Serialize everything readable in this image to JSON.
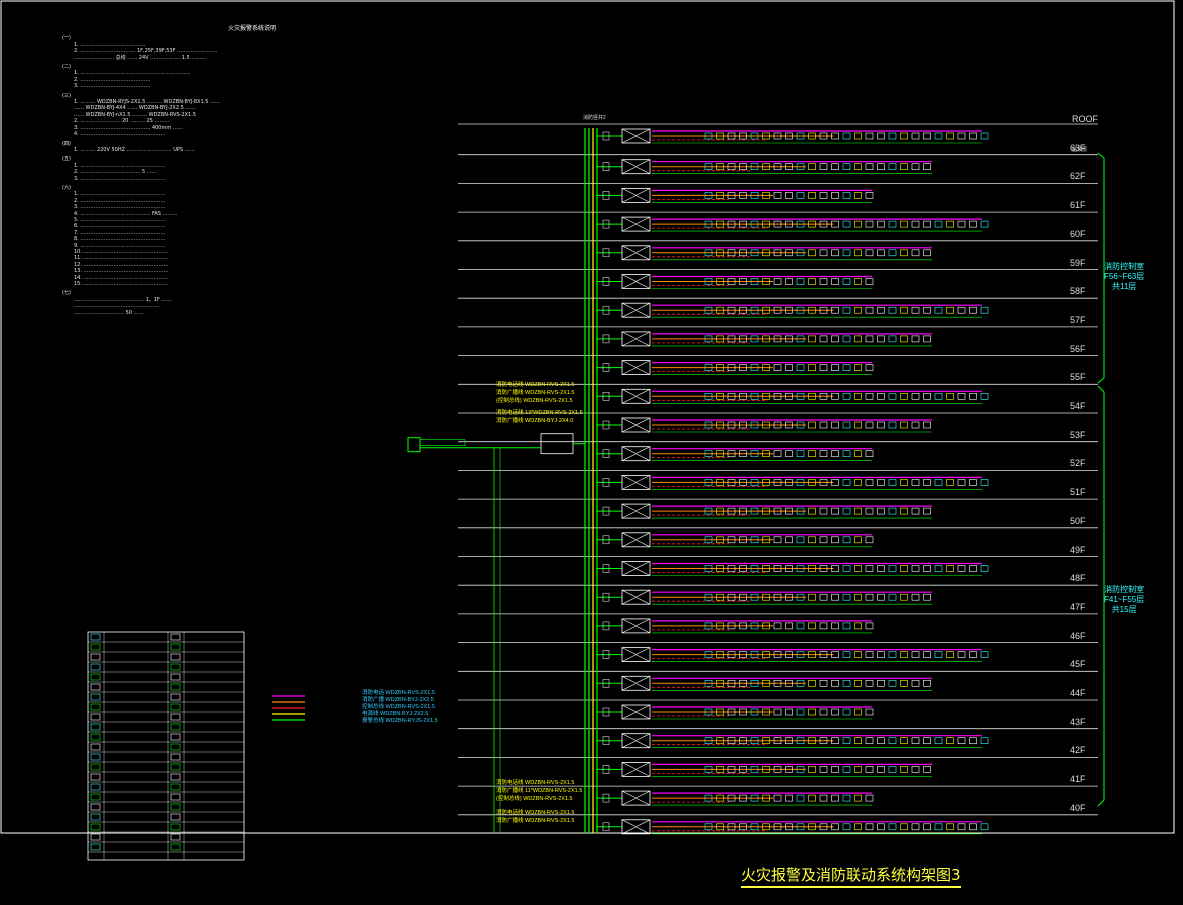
{
  "title": "火灾报警及消防联动系统构架图3",
  "roof_label": "ROOF",
  "notes_heading": "火灾报警系统说明",
  "notes": [
    {
      "sec": "(一)",
      "lines": [
        "1. …………………………………",
        "2. …………………………… 1F,25F,39F,53F ……………………",
        "…………………… 总线 …… 24V ……………… 1.5 ………"
      ]
    },
    {
      "sec": "(二)",
      "lines": [
        "1. …………………………………………………………",
        "2. ……………………………………",
        "3. ……………………………………"
      ]
    },
    {
      "sec": "(三)",
      "lines": [
        "1. ……… WDZBN-RYJS-2X1.5 ……… WDZBN-BYJ-8X1.5 ……",
        "…… WDZBN-BYJ-4X4 …… WDZBN-BYJ-2X2.5 ……",
        "…… WDZBN-BYJ-nX1.5 ……… WDZBN-RVS-2X1.5",
        "2. …………………… 20 ……… 25 ………",
        "3. …………………………………… 400mm ……",
        "4. ……………………………………………"
      ]
    },
    {
      "sec": "(四)",
      "lines": [
        "1. ……… 220V 50HZ ……………………… UPS ……"
      ]
    },
    {
      "sec": "(五)",
      "lines": [
        "1. ……………………………………………",
        "2. ……………………………… 5 ……",
        "3. ……………………………………………"
      ]
    },
    {
      "sec": "(六)",
      "lines": [
        "1. ……………………………………………",
        "2. ……………………………………………",
        "3. ……………………………………………",
        "4. …………………………………… FAS ………",
        "5. ……………………………………………",
        "6. ……………………………………………",
        "7. ……………………………………………",
        "8. ……………………………………………",
        "9. ……………………………………………",
        "10. ……………………………………………",
        "11. ……………………………………………",
        "12. ……………………………………………",
        "13. ……………………………………………",
        "14. ……………………………………………",
        "15. ……………………………………………"
      ]
    },
    {
      "sec": "(七)",
      "lines": [
        "…………………………………… 1、1F ……",
        "……………………………………………",
        "………………………… 50 ……"
      ]
    }
  ],
  "floors": [
    "63F",
    "62F",
    "61F",
    "60F",
    "59F",
    "58F",
    "57F",
    "56F",
    "55F",
    "54F",
    "53F",
    "52F",
    "51F",
    "50F",
    "49F",
    "48F",
    "47F",
    "46F",
    "45F",
    "44F",
    "43F",
    "42F",
    "41F",
    "40F"
  ],
  "top_floor_label": "屋顶层",
  "zones": [
    {
      "lines": [
        "消防控制室",
        "F56~F63层",
        "共11层"
      ],
      "color": "#33ffff"
    },
    {
      "lines": [
        "消防控制室",
        "F41~F55层",
        "共15层"
      ],
      "color": "#33ffff"
    }
  ],
  "riser_label": "消防竖井2",
  "cable_notes_left": [
    "消防电话线 WDZBN-RVS-2X1.5",
    "消防广播线 WDZBN-RVS-2X1.5",
    "(控制总线) WDZBN-RVS-2X1.5",
    "消防电话线 13*WDZBN-RVS-2X1.5",
    "消防广播线 WDZBN-BYJ-2X4.0",
    "消防电话线 WDZBN-RVS-2X1.5",
    "消防广播线 11*WDZBN-RVS-2X1.5",
    "(控制总线) WDZBN-RVS-2X1.5",
    "消防电话线 WDZBN-RVS-2X1.5",
    "消防广播线 WDZBN-RVS-2X1.5"
  ],
  "legend_cables": [
    "消防电话 WDZBN-RVS-2X1.5",
    "消防广播 WDZBN-BYJ-2X2.5",
    "控制总线 WDZBN-RVS-2X1.5",
    "电源线 WDZBN-BYJ-2X2.5",
    "报警总线 WDZBN-RYJS-2X1.5"
  ],
  "colors": {
    "floor_line": "#e0e0e0",
    "riser_green": "#00ff00",
    "magenta": "#ff00ff",
    "orange": "#ff8800",
    "red": "#ff2020",
    "cyan": "#33ffff",
    "yellow": "#ffff40",
    "white": "#ffffff"
  }
}
